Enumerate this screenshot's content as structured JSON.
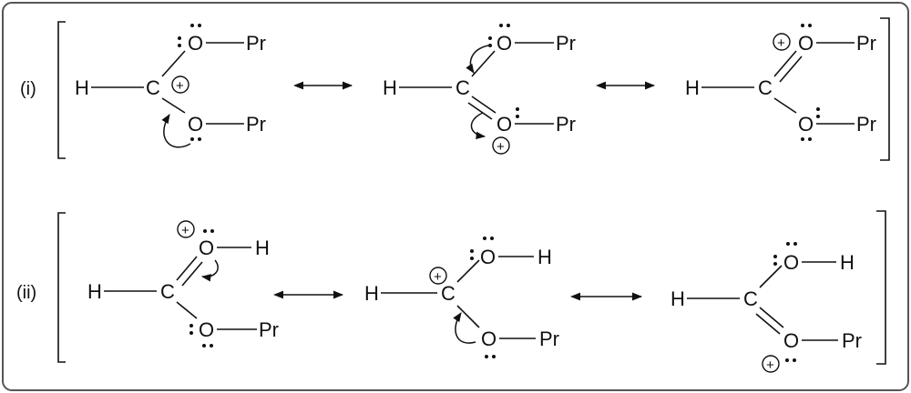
{
  "panels": [
    {
      "label": "(i)",
      "structures": [
        {
          "H": "H",
          "C": "C",
          "O_top": "O",
          "R_top": "Pr",
          "O_bot": "O",
          "R_bot": "Pr",
          "charge": "+"
        },
        {
          "H": "H",
          "C": "C",
          "O_top": "O",
          "R_top": "Pr",
          "O_bot": "O",
          "R_bot": "Pr",
          "charge": "+"
        },
        {
          "H": "H",
          "C": "C",
          "O_top": "O",
          "R_top": "Pr",
          "O_bot": "O",
          "R_bot": "Pr",
          "charge": "+"
        }
      ]
    },
    {
      "label": "(ii)",
      "structures": [
        {
          "H": "H",
          "C": "C",
          "O_top": "O",
          "R_top": "H",
          "O_bot": "O",
          "R_bot": "Pr",
          "charge": "+"
        },
        {
          "H": "H",
          "C": "C",
          "O_top": "O",
          "R_top": "H",
          "O_bot": "O",
          "R_bot": "Pr",
          "charge": "+"
        },
        {
          "H": "H",
          "C": "C",
          "O_top": "O",
          "R_top": "H",
          "O_bot": "O",
          "R_bot": "Pr",
          "charge": "+"
        }
      ]
    }
  ],
  "colors": {
    "ink": "#111111",
    "frame": "#555555",
    "background": "#ffffff"
  }
}
